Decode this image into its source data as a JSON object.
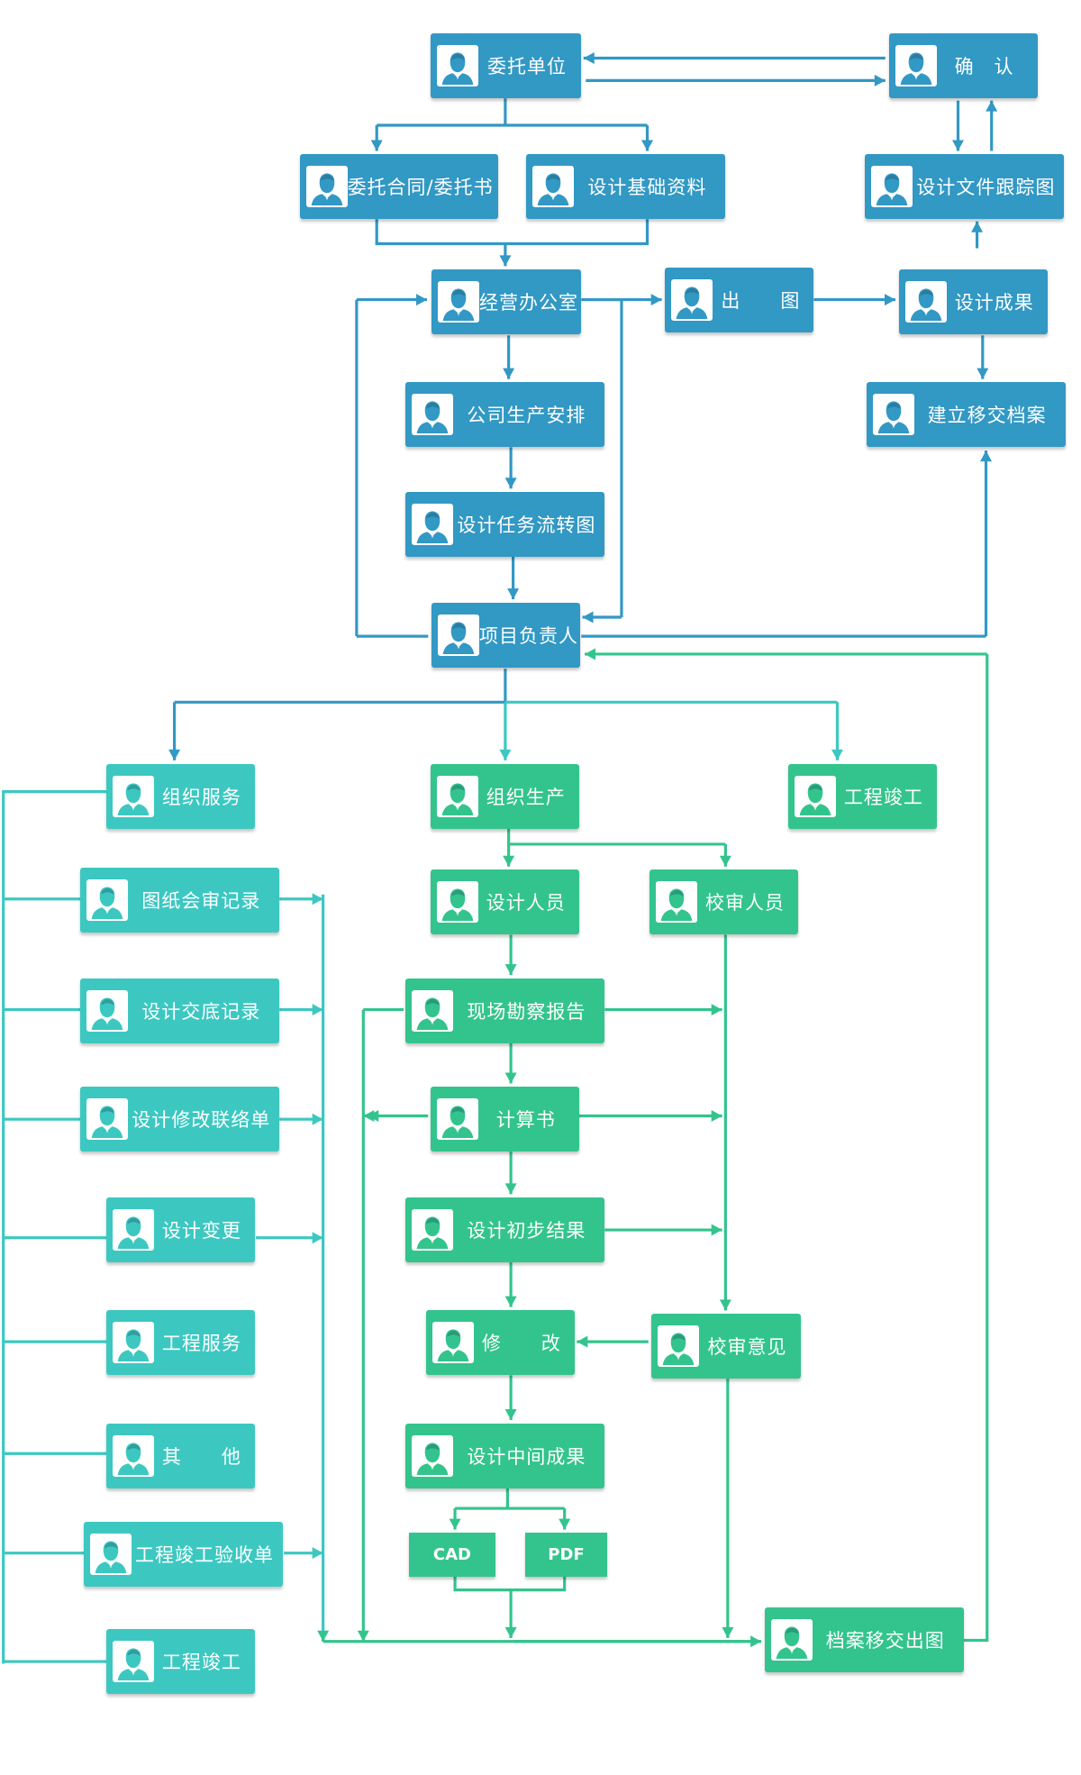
{
  "colors": {
    "blue": "#3298c4",
    "teal": "#3cc8c1",
    "green": "#33c48d"
  },
  "icon": "person-avatar-icon",
  "nodes": {
    "client": {
      "label": "委托单位",
      "color": "blue"
    },
    "confirm": {
      "label": "确　认",
      "color": "blue"
    },
    "contract": {
      "label": "委托合同/委托书",
      "color": "blue"
    },
    "basic_data": {
      "label": "设计基础资料",
      "color": "blue"
    },
    "doc_tracking": {
      "label": "设计文件跟踪图",
      "color": "blue"
    },
    "business": {
      "label": "经营办公室",
      "color": "blue"
    },
    "print": {
      "label": "出　　图",
      "color": "blue"
    },
    "results": {
      "label": "设计成果",
      "color": "blue"
    },
    "production": {
      "label": "公司生产安排",
      "color": "blue"
    },
    "archive_build": {
      "label": "建立移交档案",
      "color": "blue"
    },
    "task_flow": {
      "label": "设计任务流转图",
      "color": "blue"
    },
    "pm": {
      "label": "项目负责人",
      "color": "blue"
    },
    "org_service": {
      "label": "组织服务",
      "color": "teal"
    },
    "org_prod": {
      "label": "组织生产",
      "color": "green"
    },
    "completion_top": {
      "label": "工程竣工",
      "color": "green"
    },
    "review_rec": {
      "label": "图纸会审记录",
      "color": "teal"
    },
    "designers": {
      "label": "设计人员",
      "color": "green"
    },
    "checkers": {
      "label": "校审人员",
      "color": "green"
    },
    "disclosure": {
      "label": "设计交底记录",
      "color": "teal"
    },
    "survey": {
      "label": "现场勘察报告",
      "color": "green"
    },
    "modify_contact": {
      "label": "设计修改联络单",
      "color": "teal"
    },
    "calc": {
      "label": "计算书",
      "color": "green"
    },
    "change": {
      "label": "设计变更",
      "color": "teal"
    },
    "prelim": {
      "label": "设计初步结果",
      "color": "green"
    },
    "eng_service": {
      "label": "工程服务",
      "color": "teal"
    },
    "revise": {
      "label": "修　　改",
      "color": "green"
    },
    "check_opinion": {
      "label": "校审意见",
      "color": "green"
    },
    "other": {
      "label": "其　　他",
      "color": "teal"
    },
    "interim": {
      "label": "设计中间成果",
      "color": "green"
    },
    "acceptance": {
      "label": "工程竣工验收单",
      "color": "teal"
    },
    "archive_out": {
      "label": "档案移交出图",
      "color": "green"
    },
    "completion_bot": {
      "label": "工程竣工",
      "color": "teal"
    }
  },
  "chips": {
    "cad": "CAD",
    "pdf": "PDF"
  }
}
